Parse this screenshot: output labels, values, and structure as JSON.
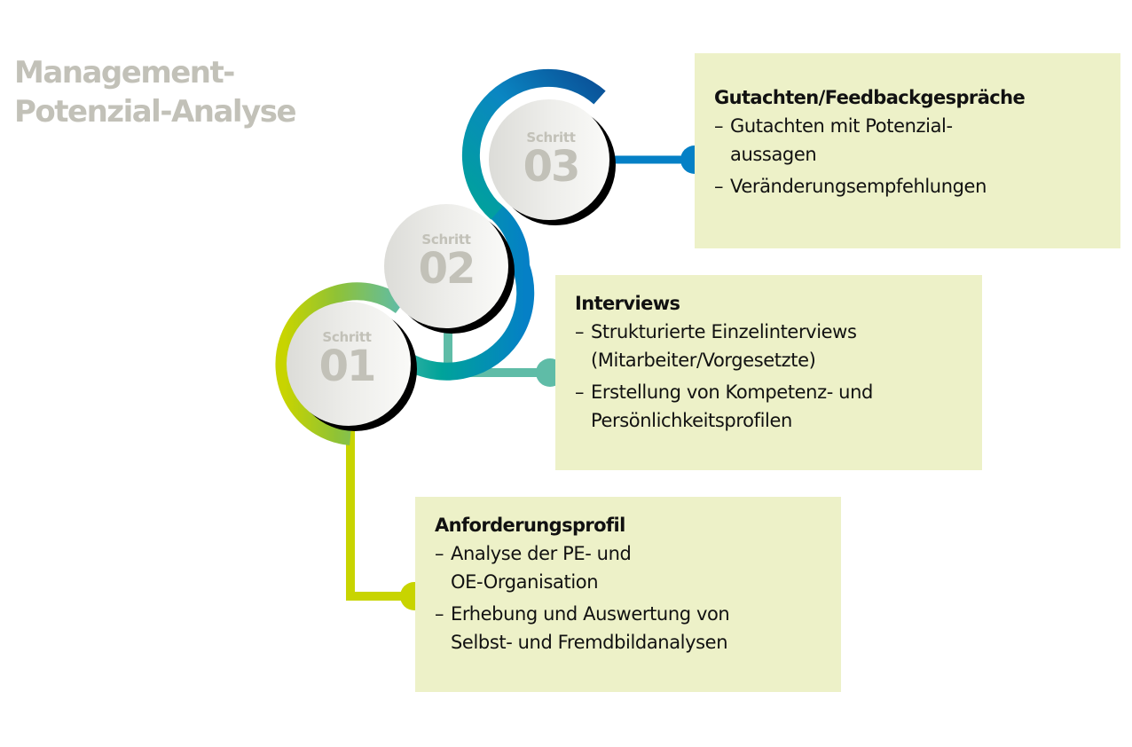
{
  "title": {
    "line1": "Management-",
    "line2": "Potenzial-Analyse",
    "color": "#c2c1b8"
  },
  "steps": [
    {
      "label": "Schritt",
      "number": "01",
      "heading": "Anforderungsprofil",
      "color": "#c8d400",
      "items": [
        {
          "line1": "Analyse der PE- und",
          "line2": "OE-Organisation"
        },
        {
          "line1": "Erhebung und Auswertung von",
          "line2": "Selbst- und Fremdbildanalysen"
        }
      ]
    },
    {
      "label": "Schritt",
      "number": "02",
      "heading": "Interviews",
      "color": "#5fbca7",
      "items": [
        {
          "line1": "Strukturierte Einzelinterviews",
          "line2": "(Mitarbeiter/Vorgesetzte)"
        },
        {
          "line1": "Erstellung von Kompetenz- und",
          "line2": "Persönlichkeitsprofilen"
        }
      ]
    },
    {
      "label": "Schritt",
      "number": "03",
      "heading": "Gutachten/Feedbackgespräche",
      "color": "#0580c6",
      "items": [
        {
          "line1": "Gutachten mit Potenzial-",
          "line2": "aussagen"
        },
        {
          "line1": "Veränderungsempfehlungen",
          "line2": ""
        }
      ]
    }
  ],
  "bullet": "–",
  "box_color": "#edf1c8"
}
